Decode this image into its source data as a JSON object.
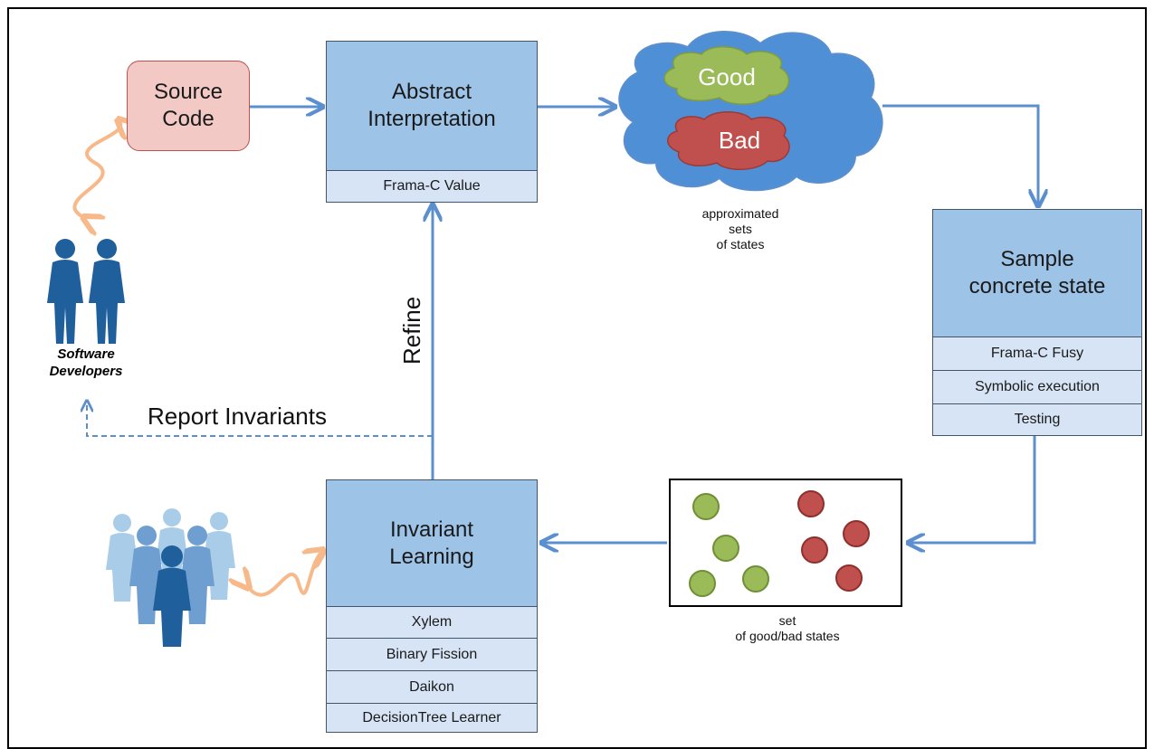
{
  "source": {
    "title": "Source\nCode"
  },
  "abstract": {
    "title": "Abstract\nInterpretation",
    "tools": [
      "Frama-C Value"
    ]
  },
  "cloud": {
    "good": "Good",
    "bad": "Bad",
    "caption": "approximated\nsets\nof states",
    "colors": {
      "cloud": "#4f8fd6",
      "good": "#9bbb59",
      "bad": "#c0504d"
    }
  },
  "sample": {
    "title": "Sample\nconcrete state",
    "tools": [
      "Frama-C Fusy",
      "Symbolic execution",
      "Testing"
    ]
  },
  "states": {
    "caption": "set\nof good/bad states"
  },
  "invariant": {
    "title": "Invariant\nLearning",
    "tools": [
      "Xylem",
      "Binary Fission",
      "Daikon",
      "DecisionTree Learner"
    ]
  },
  "developers": {
    "label": "Software\nDevelopers"
  },
  "edges": {
    "refine": "Refine",
    "report": "Report Invariants"
  },
  "colors": {
    "box_fill": "#9dc3e6",
    "tool_fill": "#d6e4f5",
    "arrow": "#5b8fce",
    "human_arrow": "#f7b98a",
    "person": "#1f5f9c"
  }
}
